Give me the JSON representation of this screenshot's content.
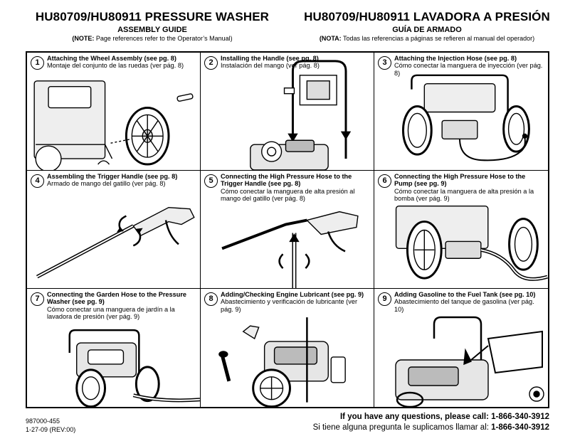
{
  "header_en": {
    "title": "HU80709/HU80911 PRESSURE WASHER",
    "subtitle": "ASSEMBLY GUIDE",
    "note_label": "(NOTE:",
    "note_text": " Page references refer to the Operator’s Manual)"
  },
  "header_es": {
    "title": "HU80709/HU80911 LAVADORA A PRESIÓN",
    "subtitle": "GUÍA DE ARMADO",
    "note_label": "(NOTA:",
    "note_text": " Todas las referencias a páginas se refieren al manual del operador)"
  },
  "steps": [
    {
      "number": "1",
      "title_en": "Attaching the Wheel Assembly (see pg. 8)",
      "title_es": "Montaje del conjunto de las ruedas (ver pág. 8)",
      "icon": "wheel-assembly-illustration"
    },
    {
      "number": "2",
      "title_en": "Installing the Handle (see pg. 8)",
      "title_es": "Instalación del mango (ver pág. 8)",
      "icon": "handle-installation-illustration"
    },
    {
      "number": "3",
      "title_en": "Attaching the Injection Hose (see pg. 8)",
      "title_es": "Cómo conectar la manguera de inyección (ver pág. 8)",
      "icon": "injection-hose-illustration"
    },
    {
      "number": "4",
      "title_en": "Assembling the Trigger Handle (see pg. 8)",
      "title_es": "Armado de mango del gatillo (ver pág. 8)",
      "icon": "trigger-handle-illustration"
    },
    {
      "number": "5",
      "title_en": "Connecting the High Pressure Hose to the Trigger Handle (see pg. 8)",
      "title_es": "Cómo conectar la manguera de alta presión al mango del gatillo (ver pág. 8)",
      "icon": "high-pressure-hose-trigger-illustration"
    },
    {
      "number": "6",
      "title_en": "Connecting the High Pressure Hose to the Pump (see pg. 9)",
      "title_es": "Cómo conectar la manguera de alta presión a la bomba (ver pág. 9)",
      "icon": "high-pressure-hose-pump-illustration"
    },
    {
      "number": "7",
      "title_en": "Connecting the Garden Hose to the Pressure Washer (see pg. 9)",
      "title_es": "Cómo conectar una manguera de jardín a la lavadora de presión (ver pág. 9)",
      "icon": "garden-hose-illustration"
    },
    {
      "number": "8",
      "title_en": "Adding/Checking Engine Lubricant (see pg. 9)",
      "title_es": "Abastecimiento y verificación de lubricante (ver pág. 9)",
      "icon": "engine-lubricant-illustration"
    },
    {
      "number": "9",
      "title_en": "Adding Gasoline to the Fuel Tank (see pg. 10)",
      "title_es": "Abastecimiento del tanque de gasolina (ver pág. 10)",
      "icon": "gasoline-fuel-tank-illustration"
    }
  ],
  "footer": {
    "part_number": "987000-455",
    "revision": "1-27-09 (REV:00)",
    "questions_en": "If you have any questions, please call: 1-866-340-3912",
    "questions_es_text": "Si tiene alguna pregunta le suplicamos llamar al: ",
    "questions_es_phone": "1-866-340-3912"
  }
}
